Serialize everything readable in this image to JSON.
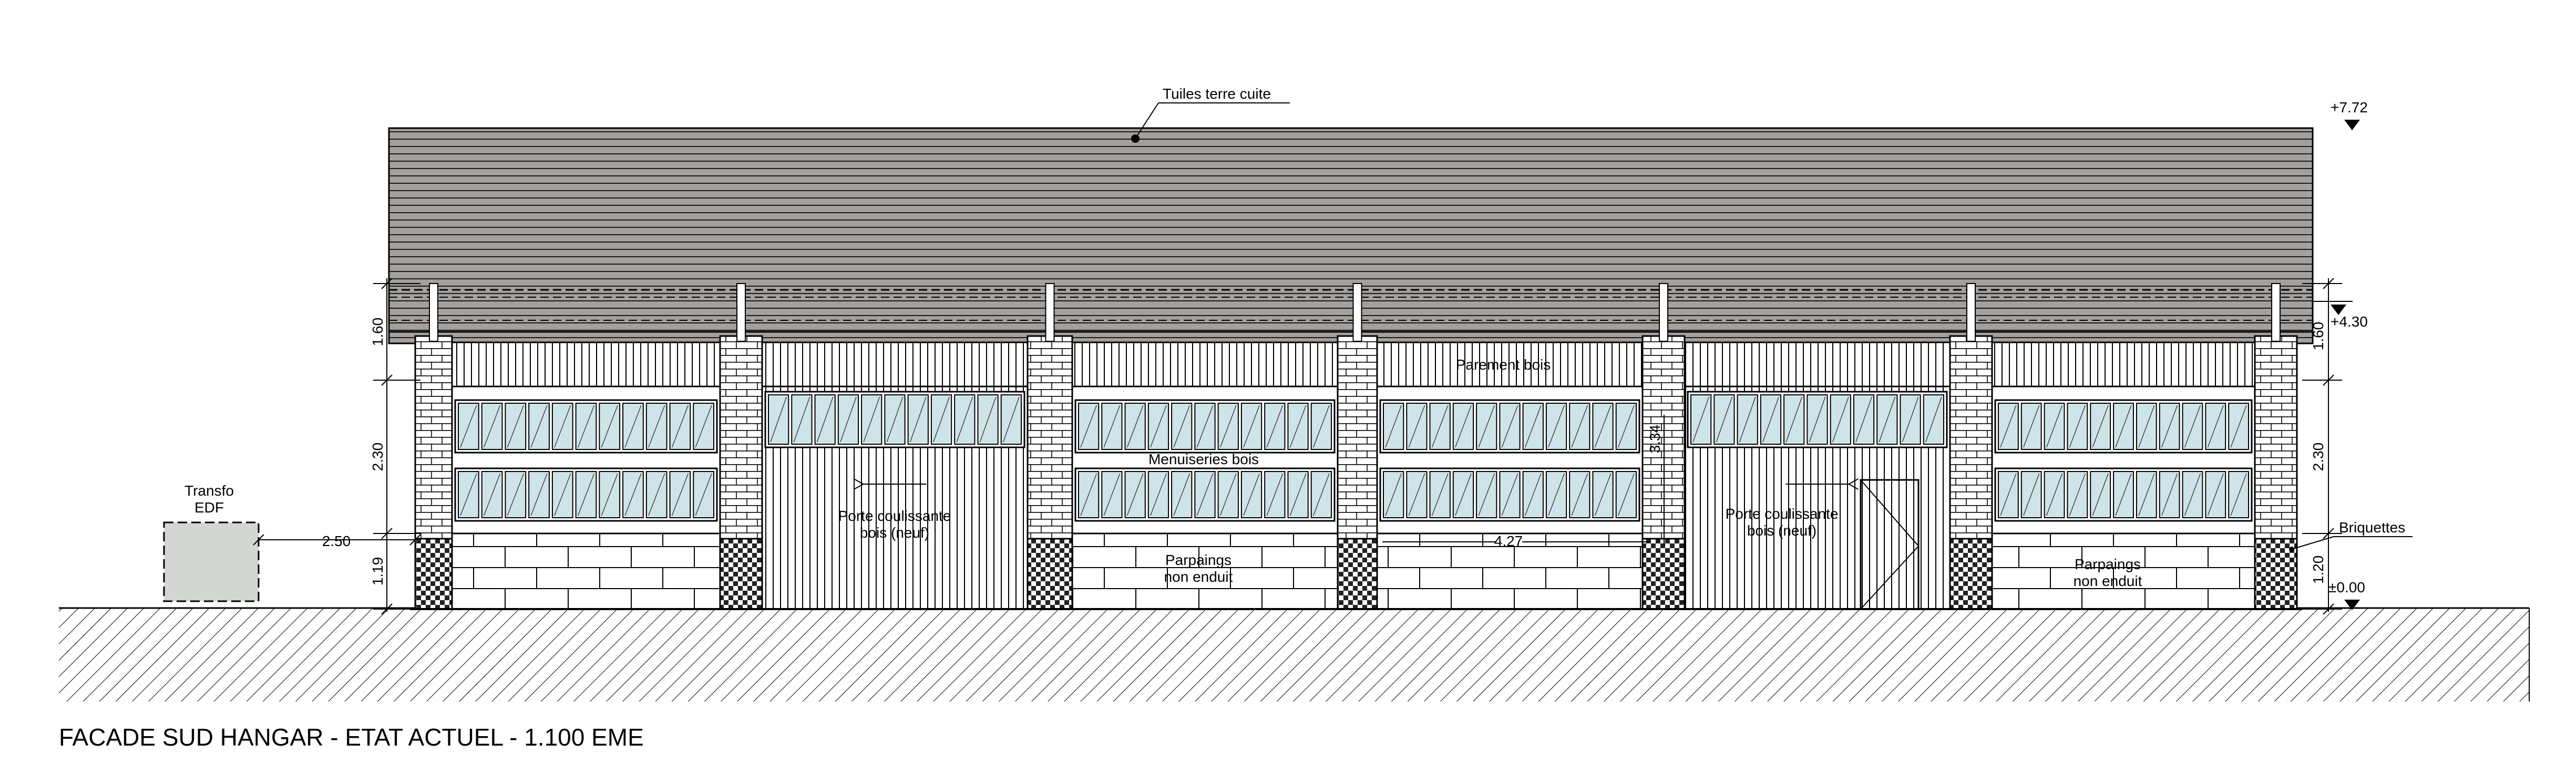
{
  "title": "FACADE SUD HANGAR - ETAT ACTUEL - 1.100 EME",
  "labels": {
    "roof": "Tuiles terre cuite",
    "transfo_line1": "Transfo",
    "transfo_line2": "EDF",
    "parement": "Parement bois",
    "menuiseries": "Menuiseries bois",
    "porte_line1": "Porte coulissante",
    "porte_line2": "bois (neuf)",
    "parpaings_line1": "Parpaings",
    "parpaings_line2": "non enduit",
    "briquettes": "Briquettes"
  },
  "levels": {
    "top": "+7.72",
    "eave": "+4.30",
    "ground": "±0.00"
  },
  "dimensions": {
    "band_top": "1.60",
    "band_mid": "2.30",
    "band_low": "1.19",
    "band_low_right": "1.20",
    "transfo_distance": "2.50",
    "door_height": "3.34",
    "inner_width": "4.27"
  },
  "colors": {
    "roof": "#a3a09d",
    "glass": "#cfe4e9",
    "transfo": "#d4d6d3",
    "ink": "#000000"
  }
}
